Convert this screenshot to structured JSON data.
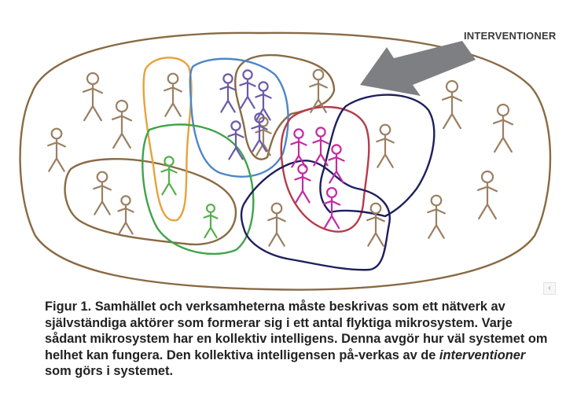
{
  "label": {
    "text": "INTERVENTIONER"
  },
  "caption": {
    "before": "Figur 1. Samhället och verksamheterna måste beskrivas som ett nätverk av självständiga aktörer som formerar sig i ett antal flyktiga mikrosystem. Varje sådant mikrosystem har en kollektiv intelligens. Denna avgör hur väl systemet om helhet kan fungera. Den kollektiva intelligensen på-verkas av de ",
    "emphasis": "interventioner",
    "after": " som görs i systemet."
  },
  "ui": {
    "scroll_glyph": "‹"
  },
  "colors": {
    "society": "#8a6a44",
    "orange": "#e8a23a",
    "blue": "#4d86c6",
    "green": "#3fa34a",
    "magenta": "#c8219a",
    "red": "#b53b4a",
    "navy": "#1e1f5e",
    "arrow": "#7d7f82",
    "figure_tan": "#9b8063",
    "figure_purple": "#6b5aa8",
    "figure_green": "#56b04c",
    "figure_magenta": "#c42aa4"
  },
  "icons": [
    "stick-figure",
    "arrow-icon"
  ]
}
